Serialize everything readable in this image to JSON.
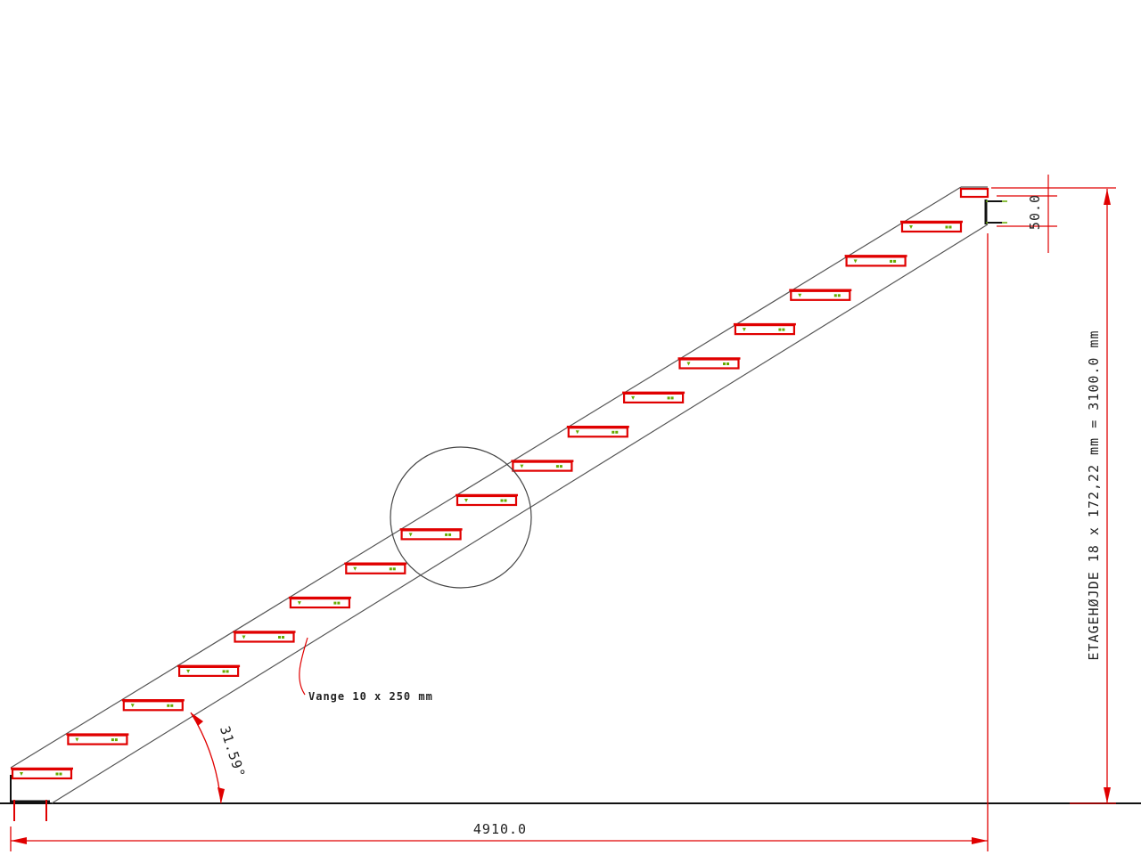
{
  "colors": {
    "line": "#555555",
    "ground": "#111111",
    "tread": "#e00000",
    "dimension": "#e00000",
    "marker": "#66aa00",
    "text": "#222222"
  },
  "stair": {
    "tread_count": 17,
    "nosing_dimension": "50.0"
  },
  "annotations": {
    "floor_height": "ETAGEHØJDE 18 x 172,22 mm = 3100.0 mm",
    "horizontal_run": "4910.0",
    "angle": "31.59°",
    "stringer_note": "Vange 10 x 250 mm"
  }
}
